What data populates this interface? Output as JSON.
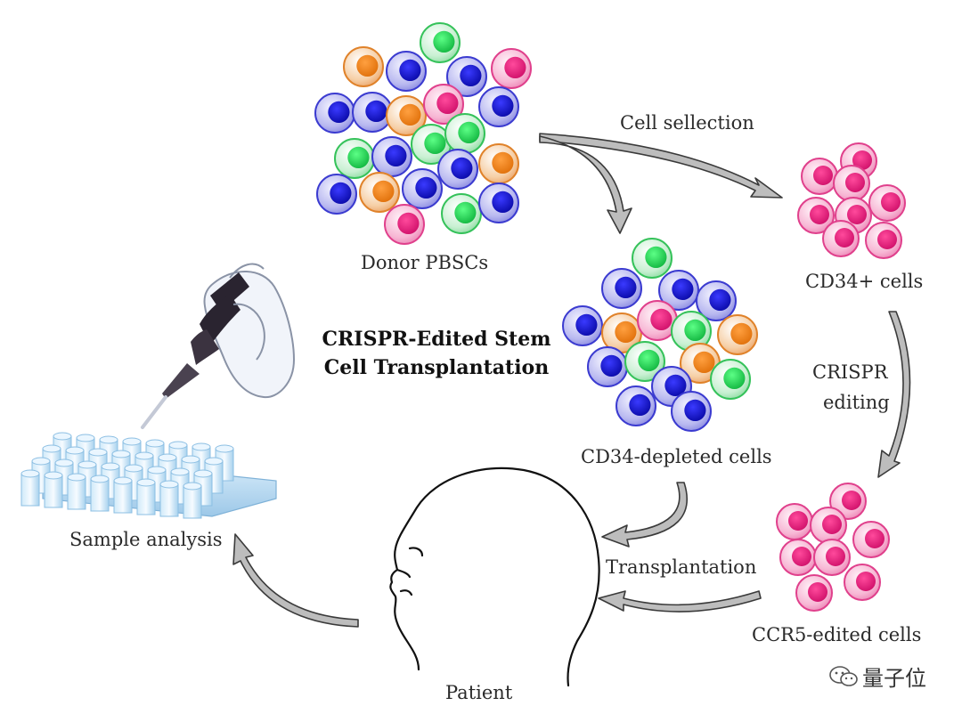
{
  "title": {
    "line1": "CRISPR-Edited Stem",
    "line2": "Cell Transplantation"
  },
  "labels": {
    "donor": "Donor PBSCs",
    "cell_selection": "Cell sellection",
    "cd34_plus": "CD34+ cells",
    "crispr_line1": "CRISPR",
    "crispr_line2": "editing",
    "cd34_depleted": "CD34-depleted cells",
    "ccr5": "CCR5-edited cells",
    "transplantation": "Transplantation",
    "patient": "Patient",
    "sample_analysis": "Sample analysis"
  },
  "watermark": {
    "text": "量子位",
    "icon": "wechat-icon"
  },
  "colors": {
    "blue_cell": "#1f1fd6",
    "orange_cell": "#f08a1e",
    "green_cell": "#2fd35a",
    "pink_cell": "#e8237f",
    "arrow_fill": "#bdbdbd",
    "arrow_stroke": "#3a3a3a"
  }
}
